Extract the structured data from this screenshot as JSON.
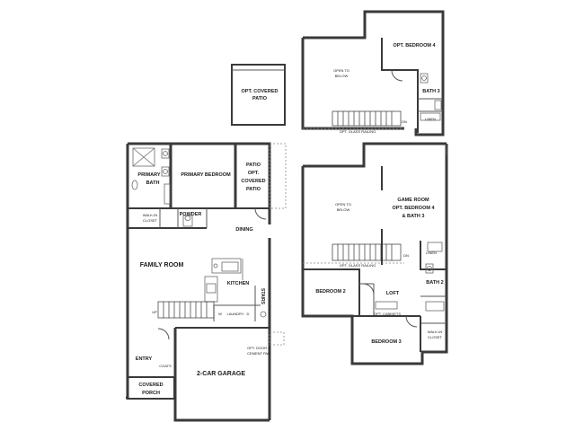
{
  "labels": {
    "opt_covered_patio_top": [
      "OPT. COVERED",
      "PATIO"
    ],
    "primary_bedroom": "PRIMARY BEDROOM",
    "primary_bath": [
      "PRIMARY",
      "BATH"
    ],
    "patio": [
      "PATIO",
      "OPT.",
      "COVERED",
      "PATIO"
    ],
    "walk_in_closet": [
      "WALK-IN",
      "CLOSET"
    ],
    "powder": "POWDER",
    "dining": "DINING",
    "family_room": "FAMILY ROOM",
    "kitchen": "KITCHEN",
    "laundry": "LAUNDRY",
    "stairs": "STAIRS",
    "up": "UP",
    "w": "W",
    "d": "D",
    "opt_door": [
      "OPT. DOOR &",
      "CEMENT PAD"
    ],
    "entry": "ENTRY",
    "coats": "COATS",
    "garage": "2-CAR GARAGE",
    "covered_porch": [
      "COVERED",
      "PORCH"
    ],
    "open_to_below": [
      "OPEN TO",
      "BELOW"
    ],
    "opt_bedroom_4": "OPT. BEDROOM 4",
    "bath_3": "BATH 3",
    "linen": "LINEN",
    "dn": "DN",
    "opt_railing": "OPT. GLASS RAILING",
    "game_room": [
      "GAME ROOM",
      "OPT. BEDROOM 4",
      "& BATH 3"
    ],
    "bedroom_2": "BEDROOM 2",
    "loft": "LOFT",
    "bath_2": "BATH 2",
    "opt_cabinets": "OPT. CABINETS",
    "bedroom_3": "BEDROOM 3",
    "walk_in_closet_2": [
      "WALK-IN",
      "CLOSET"
    ]
  },
  "colors": {
    "wall": "#3a3a3a",
    "text": "#1a1a1a",
    "background": "#ffffff"
  }
}
